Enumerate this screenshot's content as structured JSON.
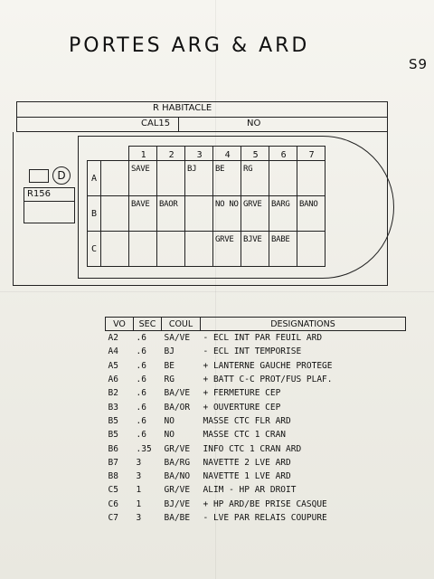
{
  "document": {
    "title": "PORTES ARG & ARD",
    "page_code": "S9"
  },
  "header": {
    "section": "R HABITACLE",
    "cal": "CAL15",
    "no": "NO"
  },
  "diagram": {
    "d_label": "D",
    "relay_label": "R156",
    "columns": [
      "1",
      "2",
      "3",
      "4",
      "5",
      "6",
      "7"
    ],
    "rows": [
      {
        "label": "A",
        "cells": [
          "",
          "SAVE",
          "",
          "BJ",
          "BE",
          "RG",
          "",
          ""
        ]
      },
      {
        "label": "B",
        "cells": [
          "",
          "BAVE",
          "BAOR",
          "",
          "NO NO",
          "GRVE",
          "BARG",
          "BANO"
        ]
      },
      {
        "label": "C",
        "cells": [
          "",
          "",
          "",
          "",
          "GRVE",
          "BJVE",
          "BABE",
          ""
        ]
      }
    ]
  },
  "table": {
    "headers": {
      "vo": "VO",
      "sec": "SEC",
      "coul": "COUL",
      "designations": "DESIGNATIONS"
    },
    "rows": [
      {
        "vo": "A2",
        "sec": ".6",
        "coul": "SA/VE",
        "designation": "- ECL INT PAR FEUIL ARD"
      },
      {
        "vo": "A4",
        "sec": ".6",
        "coul": "BJ",
        "designation": "- ECL INT TEMPORISE"
      },
      {
        "vo": "A5",
        "sec": ".6",
        "coul": "BE",
        "designation": "+ LANTERNE GAUCHE PROTEGE"
      },
      {
        "vo": "A6",
        "sec": ".6",
        "coul": "RG",
        "designation": "+ BATT C-C PROT/FUS PLAF."
      },
      {
        "vo": "B2",
        "sec": ".6",
        "coul": "BA/VE",
        "designation": "+ FERMETURE CEP"
      },
      {
        "vo": "B3",
        "sec": ".6",
        "coul": "BA/OR",
        "designation": "+ OUVERTURE CEP"
      },
      {
        "vo": "B5",
        "sec": ".6",
        "coul": "NO",
        "designation": "MASSE CTC FLR ARD"
      },
      {
        "vo": "B5",
        "sec": ".6",
        "coul": "NO",
        "designation": "MASSE CTC 1 CRAN"
      },
      {
        "vo": "B6",
        "sec": ".35",
        "coul": "GR/VE",
        "designation": "INFO CTC 1 CRAN ARD"
      },
      {
        "vo": "B7",
        "sec": "3",
        "coul": "BA/RG",
        "designation": "NAVETTE 2 LVE ARD"
      },
      {
        "vo": "B8",
        "sec": "3",
        "coul": "BA/NO",
        "designation": "NAVETTE 1 LVE ARD"
      },
      {
        "vo": "C5",
        "sec": "1",
        "coul": "GR/VE",
        "designation": "ALIM - HP AR DROIT"
      },
      {
        "vo": "C6",
        "sec": "1",
        "coul": "BJ/VE",
        "designation": "+ HP ARD/BE PRISE CASQUE"
      },
      {
        "vo": "C7",
        "sec": "3",
        "coul": "BA/BE",
        "designation": "- LVE PAR RELAIS COUPURE"
      }
    ]
  }
}
